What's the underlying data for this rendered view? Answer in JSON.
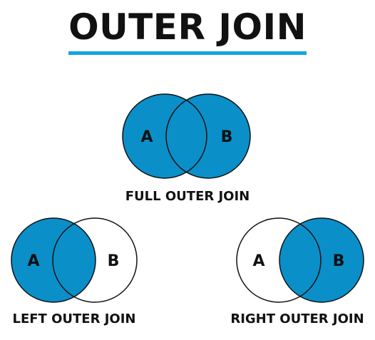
{
  "title": "OUTER JOIN",
  "colors": {
    "fill": "#0a8fc9",
    "rule": "#12a5e0",
    "stroke": "#111111",
    "text": "#111111"
  },
  "diagrams": {
    "full": {
      "caption": "FULL OUTER JOIN",
      "set_a": "A",
      "set_b": "B",
      "shaded": "A ∪ B"
    },
    "left": {
      "caption": "LEFT OUTER JOIN",
      "set_a": "A",
      "set_b": "B",
      "shaded": "A"
    },
    "right": {
      "caption": "RIGHT OUTER JOIN",
      "set_a": "A",
      "set_b": "B",
      "shaded": "B"
    }
  }
}
